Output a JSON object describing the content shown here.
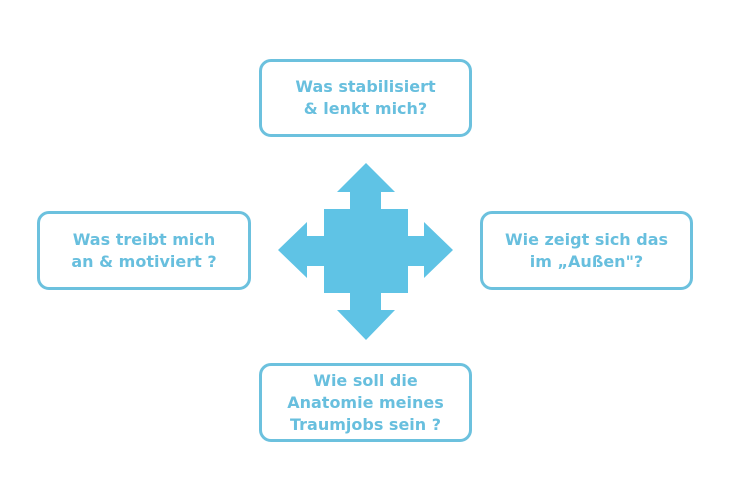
{
  "colors": {
    "accent": "#5fc3e5",
    "border": "#6cc1de",
    "text": "#68bfde"
  },
  "boxes": {
    "top": {
      "lines": [
        "Was stabilisiert",
        "& lenkt mich?"
      ]
    },
    "left": {
      "lines": [
        "Was treibt mich",
        "an & motiviert ?"
      ]
    },
    "right": {
      "lines": [
        "Wie zeigt sich das",
        "im „Außen\"?"
      ]
    },
    "bottom": {
      "lines": [
        "Wie soll die",
        "Anatomie meines",
        "Traumjobs sein ?"
      ]
    }
  },
  "center_icon": "four-way-arrow-icon"
}
